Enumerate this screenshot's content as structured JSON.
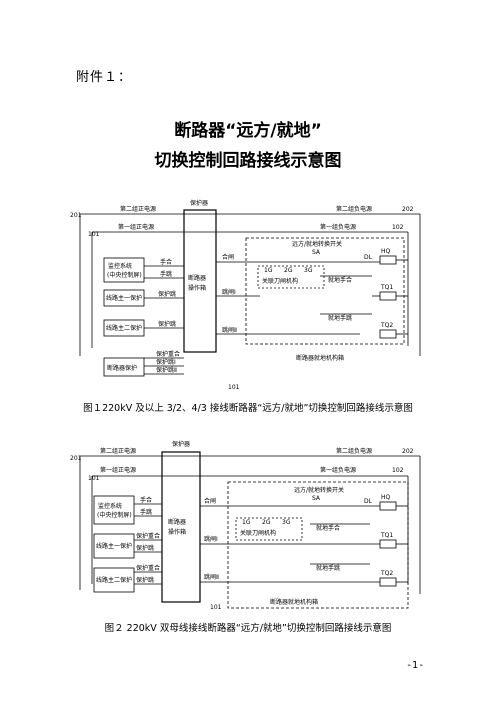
{
  "header": {
    "attachment_label": "附件１："
  },
  "title": {
    "line1": "断路器“远方/就地”",
    "line2": "切换控制回路接线示意图"
  },
  "figure1": {
    "caption": "图１220kV 及以上 3/2、4/3 接线断路器“远方/就地”切换控制回路接线示意图",
    "labels": {
      "n201": "201",
      "n202": "202",
      "n101": "101",
      "n102": "102",
      "n101b": "101",
      "dc2_left": "第二组正电源",
      "dc1_left": "第一组正电源",
      "dc2_right": "第二组负电源",
      "dc1_right": "第一组负电源",
      "protect_top": "保护器",
      "box_monitor_line1": "监控系统",
      "box_monitor_line2": "(中央控制屏)",
      "box_line1": "线路主一保护",
      "box_line2": "线路主二保护",
      "box_breaker": "断路器保护",
      "sig_manual_close": "手合",
      "sig_manual_trip": "手跳",
      "sig_protect_trip1": "保护跳",
      "sig_protect_trip2": "保护跳",
      "sig_reclose": "保护重合",
      "sig_tripI": "保护跳Ⅰ",
      "sig_tripII": "保护跳Ⅱ",
      "operator_box_line1": "断路器",
      "operator_box_line2": "操作箱",
      "close": "合闸",
      "tripI": "跳闸Ⅰ",
      "tripII": "跳闸Ⅱ",
      "switch_title": "远方/就地转换开关",
      "sa": "SA",
      "interlock": "关联刀闸机构",
      "local_close": "就地手合",
      "local_trip": "就地手跳",
      "hq": "HQ",
      "tq1": "TQ1",
      "tq2": "TQ2",
      "dl": "DL",
      "mech_box": "断路器就地机构箱",
      "contact_labels": [
        "1G",
        "2G",
        "3G"
      ]
    }
  },
  "figure2": {
    "caption": "图２ 220kV 双母线接线断路器“远方/就地”切换控制回路接线示意图",
    "labels": {
      "n201": "201",
      "n202": "202",
      "n101": "101",
      "n102": "102",
      "n101b": "101",
      "dc2_left": "第二组正电源",
      "dc1_left": "第一组正电源",
      "dc2_right": "第二组负电源",
      "dc1_right": "第一组负电源",
      "protect_top": "保护器",
      "box_monitor_line1": "监控系统",
      "box_monitor_line2": "(中央控制屏)",
      "box_line1": "线路主一保护",
      "box_line2": "线路主二保护",
      "sig_manual_close": "手合",
      "sig_manual_trip": "手跳",
      "sig_reclose": "保护重合",
      "sig_protect_trip": "保护跳",
      "sig_reclose2": "保护重合",
      "sig_protect_trip2": "保护跳",
      "operator_box_line1": "断路器",
      "operator_box_line2": "操作箱",
      "close": "合闸",
      "tripI": "跳闸Ⅰ",
      "tripII": "跳闸Ⅱ",
      "switch_title": "远方/就地转换开关",
      "sa": "SA",
      "interlock": "关联刀闸机构",
      "local_close": "就地手合",
      "local_trip": "就地手跳",
      "hq": "HQ",
      "tq1": "TQ1",
      "tq2": "TQ2",
      "dl": "DL",
      "mech_box": "断路器就地机构箱",
      "contact_labels": [
        "1G",
        "2G",
        "3G"
      ]
    }
  },
  "footer": {
    "page_number": "-1-"
  }
}
